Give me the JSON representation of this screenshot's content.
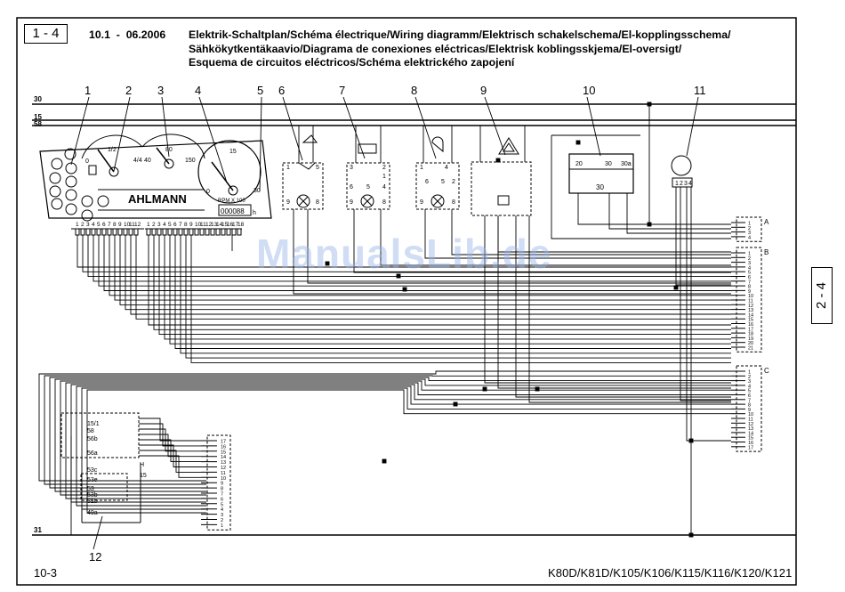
{
  "header": {
    "page_box": "1 - 4",
    "version": "10.1",
    "date": "06.2006",
    "title_lines": [
      "Elektrik-Schaltplan/Schéma électrique/Wiring diagramm/Elektrisch schakelschema/El-kopplingsschema/",
      "Sähkökytkentäkaavio/Diagrama de conexiones eléctricas/Elektrisk koblingsskjema/El-oversigt/",
      "Esquema de circuitos eléctricos/Schéma elektrického zapojení"
    ]
  },
  "side_page_box": "2 - 4",
  "footer": {
    "left": "10-3",
    "models": "K80D/K81D/K105/K106/K115/K116/K120/K121"
  },
  "watermark": "ManualsLib.de",
  "callouts": [
    "1",
    "2",
    "3",
    "4",
    "5",
    "6",
    "7",
    "8",
    "9",
    "10",
    "11",
    "12"
  ],
  "bus_labels": [
    "30",
    "15",
    "58",
    "31"
  ],
  "dashboard": {
    "brand": "AHLMANN",
    "rpm_label": "RPM X 100",
    "hour_counter": "000088",
    "hour_unit": "h",
    "fuel_gauge": {
      "min": "0",
      "mid": "1/2",
      "max": "4/4"
    },
    "temp_gauge": {
      "low": "40",
      "mid": "80",
      "high": "150"
    },
    "tacho": {
      "min": "0",
      "mid": "15",
      "max": "30"
    },
    "connector_a_pins": [
      "1",
      "2",
      "3",
      "4",
      "5",
      "6",
      "7",
      "8",
      "9",
      "10",
      "11",
      "12"
    ],
    "connector_b_pins": [
      "1",
      "2",
      "3",
      "4",
      "5",
      "6",
      "7",
      "8",
      "9",
      "10",
      "11",
      "12",
      "13",
      "14",
      "15",
      "16",
      "17",
      "18"
    ]
  },
  "switch_6_terminals": [
    "1",
    "5",
    "9",
    "8"
  ],
  "switch_7_terminals": [
    "3",
    "2",
    "6",
    "5",
    "4",
    "1",
    "9",
    "8"
  ],
  "switch_8_terminals": [
    "1",
    "6",
    "5",
    "9",
    "8",
    "4",
    "2"
  ],
  "relay_10_terminals": [
    "20",
    "30",
    "30a",
    "30"
  ],
  "motor_11_terminals": [
    "1",
    "2",
    "3",
    "4"
  ],
  "connectors_right": {
    "A": {
      "label": "A",
      "pins": [
        "1",
        "2",
        "3",
        "4"
      ]
    },
    "B": {
      "label": "B",
      "pins": [
        "1",
        "2",
        "3",
        "4",
        "5",
        "6",
        "7",
        "8",
        "9",
        "10",
        "11",
        "12",
        "13",
        "14",
        "15",
        "16",
        "17",
        "18",
        "19",
        "20",
        "21"
      ]
    },
    "C": {
      "label": "C",
      "pins": [
        "1",
        "2",
        "3",
        "4",
        "5",
        "6",
        "7",
        "8",
        "9",
        "10",
        "11",
        "12",
        "13",
        "14",
        "15",
        "16",
        "17"
      ]
    }
  },
  "left_connector_pins": [
    "17",
    "16",
    "15",
    "14",
    "13",
    "12",
    "11",
    "10",
    "9",
    "8",
    "7",
    "6",
    "5",
    "4",
    "3",
    "2",
    "1"
  ],
  "ignition_switch_12": {
    "terminals_top": [
      "15/1",
      "58",
      "56b",
      "56a"
    ],
    "terminals_mid": [
      "53c",
      "53e",
      "53",
      "53b",
      "31b"
    ],
    "terminal_bottom": "49a",
    "terminal_h": "H",
    "terminal_15": "15"
  }
}
